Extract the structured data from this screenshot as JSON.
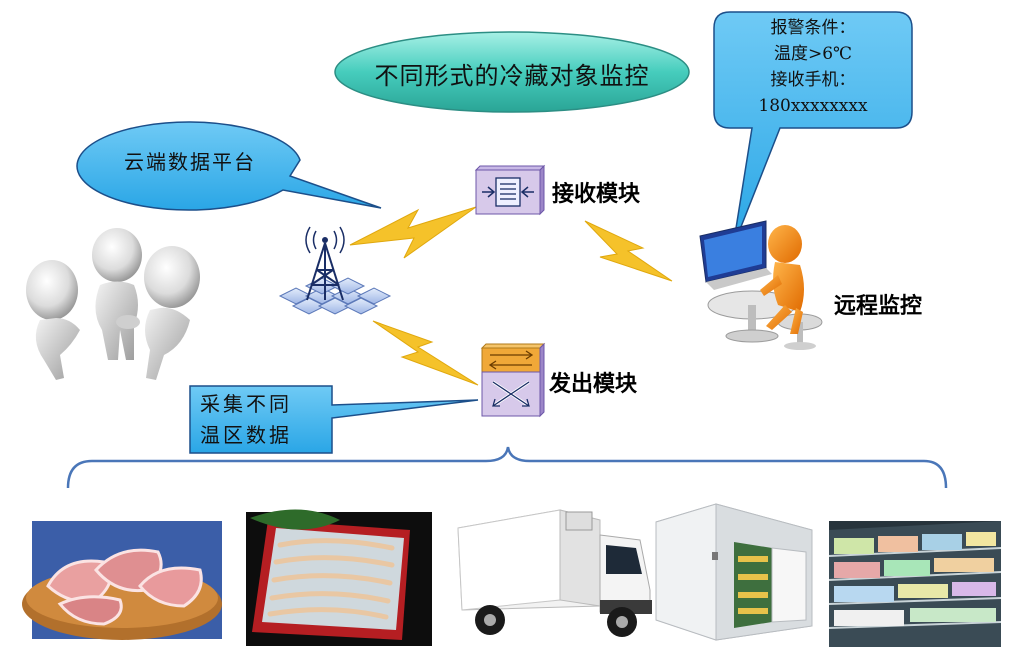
{
  "title": "不同形式的冷藏对象监控",
  "cloud_bubble": "云端数据平台",
  "alarm_bubble": {
    "line1": "报警条件：",
    "line2": "温度>6℃",
    "line3": "接收手机：",
    "line4": "180xxxxxxxx"
  },
  "collect_bubble": {
    "line1": "采集不同",
    "line2": "温区数据"
  },
  "receive_module": "接收模块",
  "send_module": "发出模块",
  "remote_monitor": "远程监控",
  "colors": {
    "bubble_fill": "#3fb4ec",
    "bubble_stroke": "#1c4f8a",
    "title_fill": "#4cd0c0",
    "lightning": "#f5c22a",
    "bracket": "#4a76b8",
    "module_fill": "#d7c9ea",
    "module_stroke": "#6d57a8"
  },
  "photos": [
    {
      "name": "meat"
    },
    {
      "name": "shrimp"
    },
    {
      "name": "refrigerated-truck"
    },
    {
      "name": "cold-room"
    },
    {
      "name": "supermarket-fridge"
    }
  ]
}
